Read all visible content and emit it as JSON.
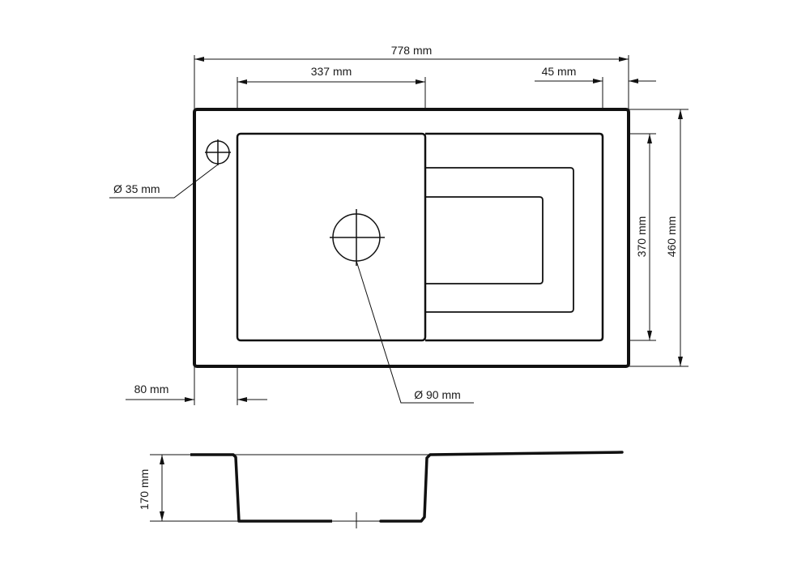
{
  "drawing": {
    "dimensions": {
      "overall_width": "778 mm",
      "bowl_width": "337 mm",
      "right_edge": "45 mm",
      "tap_hole": "Ø 35 mm",
      "inner_height": "370 mm",
      "overall_depth": "460 mm",
      "left_edge": "80 mm",
      "drain_hole": "Ø 90 mm",
      "bowl_depth": "170 mm"
    },
    "line_color": "#111111"
  }
}
